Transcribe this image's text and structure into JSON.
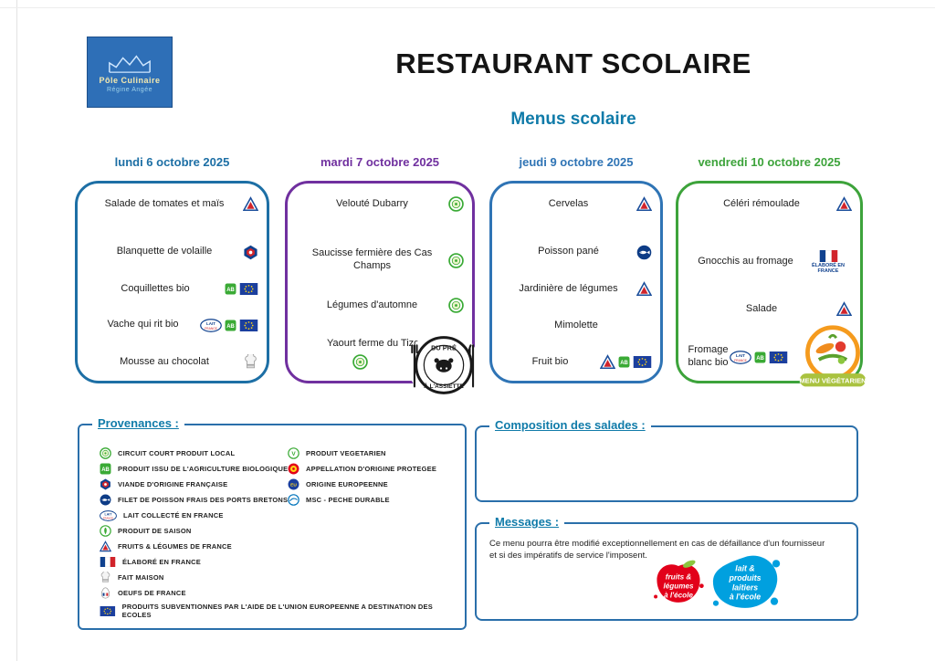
{
  "header": {
    "logo_line1": "Pôle Culinaire",
    "logo_line2": "Régine Angée",
    "title": "RESTAURANT SCOLAIRE",
    "subtitle": "Menus scolaire"
  },
  "days": [
    {
      "label": "lundi 6 octobre 2025",
      "color": "#1d6fa5",
      "items": [
        {
          "text": "Salade de tomates et maïs",
          "icons": [
            "fruits-legumes-de-france"
          ]
        },
        {
          "text": "Blanquette de volaille",
          "icons": [
            "viande-origine-francaise"
          ]
        },
        {
          "text": "Coquillettes bio",
          "icons": [
            "agriculture-biologique",
            "union-europeenne"
          ]
        },
        {
          "text": "Vache qui rit bio",
          "icons": [
            "lait-collecte-en-france",
            "agriculture-biologique",
            "union-europeenne"
          ]
        },
        {
          "text": "Mousse au chocolat",
          "icons": [
            "fait-maison"
          ]
        }
      ]
    },
    {
      "label": "mardi 7 octobre 2025",
      "color": "#70309f",
      "items": [
        {
          "text": "Velouté Dubarry",
          "icons": [
            "circuit-court-produit-local"
          ]
        },
        {
          "text": "Saucisse fermière des Cas Champs",
          "icons": [
            "circuit-court-produit-local"
          ]
        },
        {
          "text": "Légumes d'automne",
          "icons": [
            "circuit-court-produit-local"
          ]
        },
        {
          "text": "Yaourt ferme du Tizon",
          "icons": [
            "circuit-court-produit-local"
          ]
        }
      ]
    },
    {
      "label": "jeudi 9 octobre 2025",
      "color": "#2f74b5",
      "items": [
        {
          "text": "Cervelas",
          "icons": [
            "viande-origine-francaise"
          ]
        },
        {
          "text": "Poisson pané",
          "icons": [
            "poisson-ports-bretons"
          ]
        },
        {
          "text": "Jardinière de légumes",
          "icons": [
            "fruits-legumes-de-france"
          ]
        },
        {
          "text": "Mimolette",
          "icons": []
        },
        {
          "text": "Fruit bio",
          "icons": [
            "fruits-legumes-de-france",
            "agriculture-biologique",
            "union-europeenne"
          ]
        }
      ]
    },
    {
      "label": "vendredi 10 octobre 2025",
      "color": "#3da33b",
      "items": [
        {
          "text": "Céléri rémoulade",
          "icons": [
            "fruits-legumes-de-france"
          ]
        },
        {
          "text": "Gnocchis au fromage",
          "icons": [
            "elabore-en-france"
          ],
          "icon_caption": "ÉLABORÉ EN FRANCE"
        },
        {
          "text": "Salade",
          "icons": [
            "fruits-legumes-de-france"
          ]
        },
        {
          "text": "Fromage blanc bio",
          "icons": [
            "lait-collecte-en-france",
            "agriculture-biologique",
            "union-europeenne"
          ]
        }
      ]
    }
  ],
  "stamp": {
    "top": "DU PRÉ",
    "bottom": "À L'ASSIETTE"
  },
  "veg_badge": {
    "label": "MENU VÉGÉTARIEN"
  },
  "provenances": {
    "title": "Provenances :",
    "col1": [
      {
        "icon": "circuit-court-produit-local",
        "label": "CIRCUIT COURT PRODUIT LOCAL"
      },
      {
        "icon": "agriculture-biologique",
        "label": "PRODUIT ISSU DE L'AGRICULTURE BIOLOGIQUE"
      },
      {
        "icon": "viande-origine-francaise",
        "label": "VIANDE D'ORIGINE FRANÇAISE"
      },
      {
        "icon": "poisson-ports-bretons",
        "label": "FILET DE POISSON FRAIS DES PORTS BRETONS"
      },
      {
        "icon": "lait-collecte-en-france",
        "label": "LAIT COLLECTÉ EN FRANCE"
      },
      {
        "icon": "produit-de-saison",
        "label": "PRODUIT DE SAISON"
      },
      {
        "icon": "fruits-legumes-de-france",
        "label": "FRUITS & LÉGUMES DE FRANCE"
      },
      {
        "icon": "elabore-en-france",
        "label": "ÉLABORÉ EN FRANCE"
      },
      {
        "icon": "fait-maison",
        "label": "FAIT MAISON"
      },
      {
        "icon": "oeufs-de-france",
        "label": "OEUFS DE FRANCE"
      },
      {
        "icon": "union-europeenne",
        "label": "PRODUITS SUBVENTIONNES PAR L'AIDE DE L'UNION EUROPEENNE A DESTINATION DES ECOLES"
      }
    ],
    "col2": [
      {
        "icon": "produit-vegetarien",
        "label": "PRODUIT VEGETARIEN"
      },
      {
        "icon": "appellation-origine-protegee",
        "label": "APPELLATION D'ORIGINE PROTEGEE"
      },
      {
        "icon": "origine-europeenne",
        "label": "ORIGINE EUROPEENNE"
      },
      {
        "icon": "msc-peche-durable",
        "label": "MSC - PECHE DURABLE"
      }
    ]
  },
  "composition": {
    "title": "Composition des salades :"
  },
  "messages": {
    "title": "Messages :",
    "text": "Ce menu pourra être modifié exceptionnellement en cas de défaillance d'un fournisseur et si des impératifs de service l'imposent.",
    "logos": {
      "fruits": {
        "line1": "fruits &",
        "line2": "légumes",
        "line3": "à l'école"
      },
      "lait": {
        "line1": "lait &",
        "line2": "produits",
        "line3": "laitiers",
        "line4": "à l'école"
      }
    }
  },
  "colors": {
    "accent_teal": "#107ba9",
    "lundi": "#1d6fa5",
    "mardi": "#70309f",
    "jeudi": "#2f74b5",
    "vendredi": "#3da33b"
  }
}
